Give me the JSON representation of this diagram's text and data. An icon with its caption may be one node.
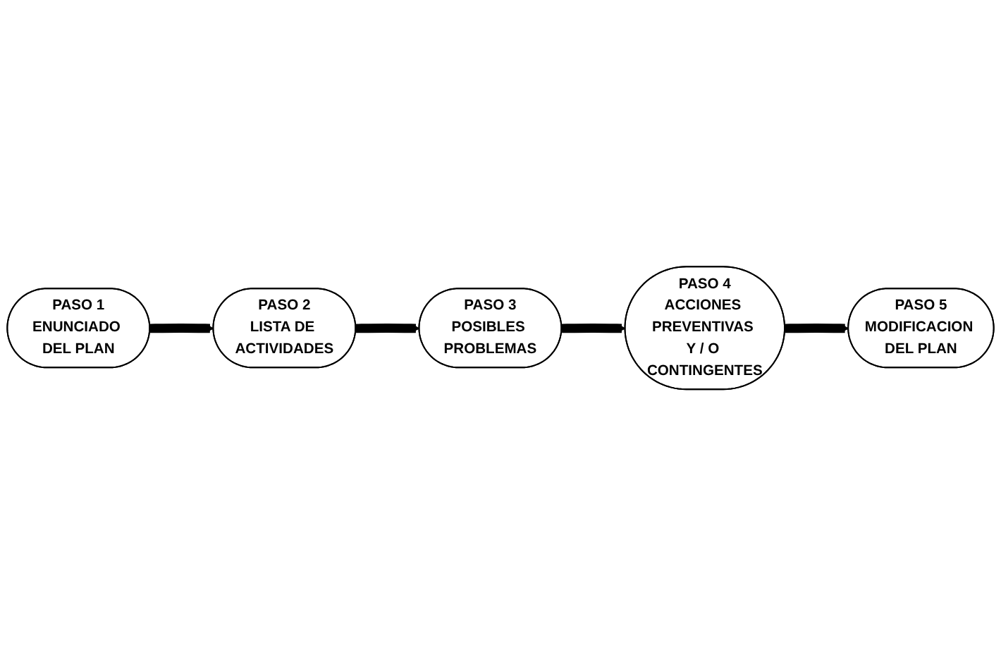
{
  "diagram": {
    "nodes": [
      {
        "text": [
          "PASO 1",
          "ENUNCIADO DEL PLAN"
        ]
      },
      {
        "text": [
          "PASO 2",
          "LISTA DE ACTIVIDADES"
        ]
      },
      {
        "text": [
          "PASO 3",
          "POSIBLES PROBLEMAS"
        ]
      },
      {
        "text": [
          "PASO 4",
          "ACCIONES PREVENTIVAS Y / O CONTINGENTES"
        ]
      },
      {
        "text": [
          "PASO 5",
          "MODIFICACION DEL PLAN"
        ]
      }
    ],
    "edges": [
      {
        "from": 0,
        "to": 1,
        "arrow": "to"
      },
      {
        "from": 1,
        "to": 2,
        "arrow": "to"
      },
      {
        "from": 2,
        "to": 3,
        "arrow": "to"
      },
      {
        "from": 3,
        "to": 4,
        "arrow": "to"
      }
    ]
  }
}
